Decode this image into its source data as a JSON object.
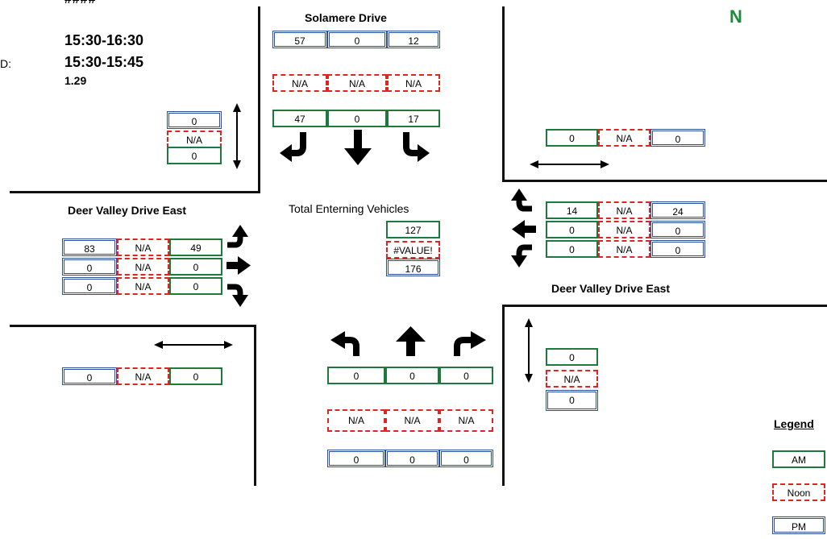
{
  "header": {
    "top_marks": "####",
    "peak_hour": "15:30-16:30",
    "period_label": "D:",
    "peak_period": "15:30-15:45",
    "phf": "1.29"
  },
  "north_symbol": "N",
  "streets": {
    "north": "Solamere Drive",
    "west": "Deer Valley Drive East",
    "east": "Deer Valley Drive East"
  },
  "total": {
    "label": "Total Enterning Vehicles",
    "am": "127",
    "noon": "#VALUE!",
    "pm": "176"
  },
  "north_approach": {
    "pm": [
      "57",
      "0",
      "12"
    ],
    "noon": [
      "N/A",
      "N/A",
      "N/A"
    ],
    "am": [
      "47",
      "0",
      "17"
    ]
  },
  "nw_ped": {
    "pm": "0",
    "noon": "N/A",
    "am": "0"
  },
  "ne_ped": {
    "am": "0",
    "noon": "N/A",
    "pm": "0"
  },
  "west_approach": {
    "rows": [
      {
        "pm": "83",
        "noon": "N/A",
        "am": "49"
      },
      {
        "pm": "0",
        "noon": "N/A",
        "am": "0"
      },
      {
        "pm": "0",
        "noon": "N/A",
        "am": "0"
      }
    ]
  },
  "sw_ped": {
    "pm": "0",
    "noon": "N/A",
    "am": "0"
  },
  "east_approach": {
    "rows": [
      {
        "am": "14",
        "noon": "N/A",
        "pm": "24"
      },
      {
        "am": "0",
        "noon": "N/A",
        "pm": "0"
      },
      {
        "am": "0",
        "noon": "N/A",
        "pm": "0"
      }
    ]
  },
  "south_approach": {
    "am": [
      "0",
      "0",
      "0"
    ],
    "noon": [
      "N/A",
      "N/A",
      "N/A"
    ],
    "pm": [
      "0",
      "0",
      "0"
    ]
  },
  "se_ped": {
    "am": "0",
    "noon": "N/A",
    "pm": "0"
  },
  "legend": {
    "title": "Legend",
    "am": "AM",
    "noon": "Noon",
    "pm": "PM"
  },
  "colors": {
    "am": "#1e7a3c",
    "noon": "#e02424",
    "pm": "#2b4ea0",
    "north": "#1e8a3c"
  }
}
